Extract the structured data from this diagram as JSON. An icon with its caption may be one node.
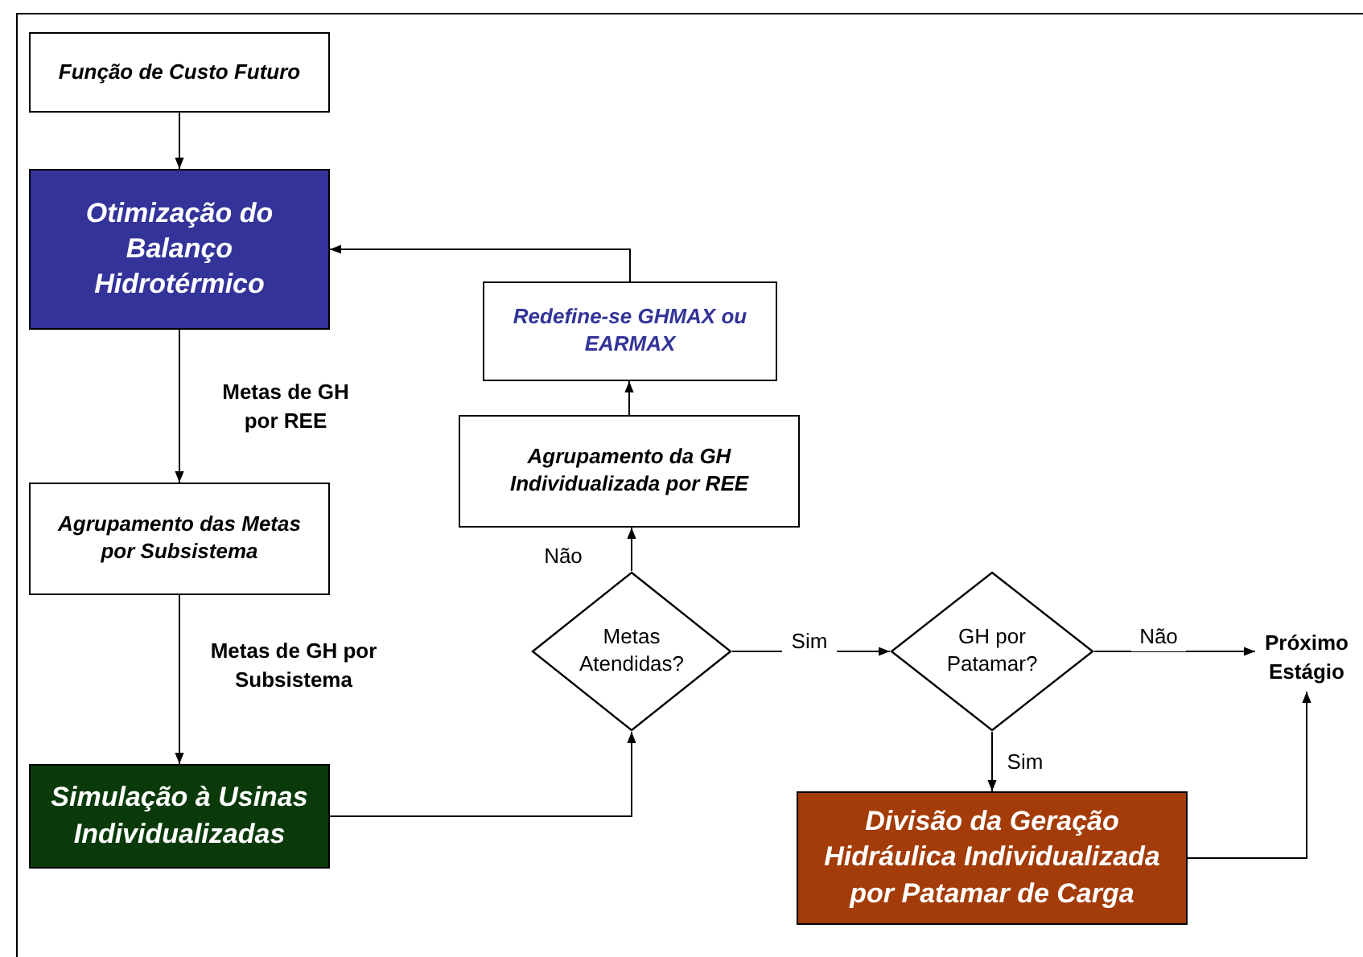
{
  "diagram": {
    "nodes": [
      {
        "text": [
          "Função de Custo Futuro"
        ]
      },
      {
        "text": [
          "Otimização do Balanço Hidrotérmico"
        ]
      },
      {
        "text": [
          "Agrupamento das Metas por Subsistema"
        ]
      },
      {
        "text": [
          "Simulação à Usinas Individualizadas"
        ]
      },
      {
        "text": [
          "Agrupamento da GH Individualizada por REE"
        ]
      },
      {
        "text": [
          "Redefine-se GHMAX ou EARMAX"
        ]
      },
      {
        "text": [
          "Metas Atendidas?"
        ]
      },
      {
        "text": [
          "GH por Patamar?"
        ]
      },
      {
        "text": [
          "Divisão da Geração Hidráulica Individualizada por Patamar de Carga"
        ]
      },
      {
        "text": [
          "Próximo Estágio"
        ]
      }
    ],
    "edges": [
      {
        "from": 0,
        "to": 1,
        "arrow": "to"
      },
      {
        "from": 1,
        "to": 2,
        "arrow": "to",
        "label": "Metas de GH por REE"
      },
      {
        "from": 2,
        "to": 3,
        "arrow": "to",
        "label": "Metas de GH por Subsistema"
      },
      {
        "from": 3,
        "to": 6,
        "arrow": "to"
      },
      {
        "from": 6,
        "to": 4,
        "arrow": "to",
        "label": "Não"
      },
      {
        "from": 4,
        "to": 5,
        "arrow": "to"
      },
      {
        "from": 5,
        "to": 1,
        "arrow": "to"
      },
      {
        "from": 6,
        "to": 7,
        "arrow": "to",
        "label": "Sim"
      },
      {
        "from": 7,
        "to": 9,
        "arrow": "to",
        "label": "Não"
      },
      {
        "from": 7,
        "to": 8,
        "arrow": "to",
        "label": "Sim"
      },
      {
        "from": 8,
        "to": 9,
        "arrow": "to"
      }
    ]
  }
}
